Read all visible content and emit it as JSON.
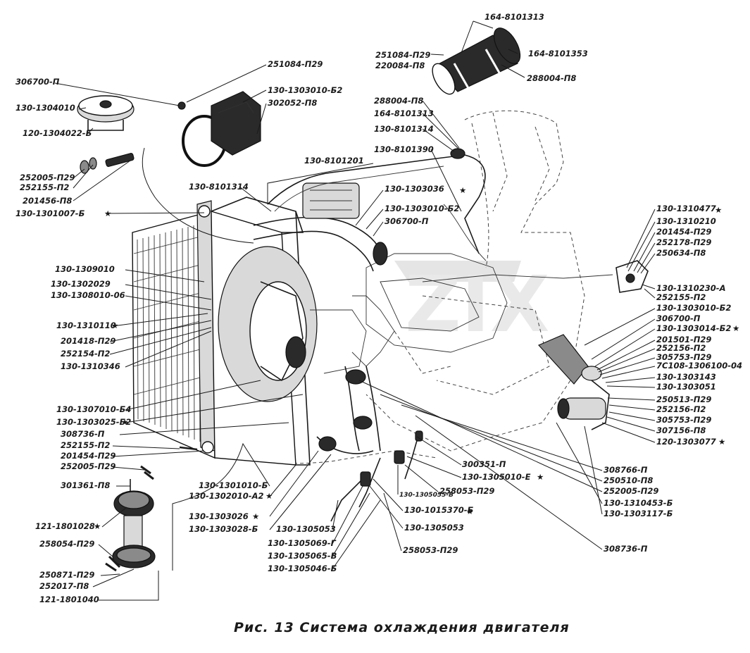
{
  "caption": "Рис. 13  Система охлаждения двигателя",
  "labels": {
    "l1": "164-8101313",
    "l2": "251084-П29",
    "l3": "220084-П8",
    "l4": "164-8101353",
    "l5": "288004-П8",
    "l6": "251084-П29",
    "l7": "306700-П",
    "l8": "130-1303010-Б2",
    "l9": "302052-П8",
    "l10": "130-1304010",
    "l11": "120-1304022-Б",
    "l12": "288004-П8",
    "l13": "164-8101313",
    "l14": "130-8101314",
    "l15": "130-8101390",
    "l16": "130-8101201",
    "l17": "252005-П29",
    "l18": "252155-П2",
    "l19": "201456-П8",
    "l20": "130-1301007-Б",
    "l21": "130-8101314",
    "l22": "130-1303036",
    "l23": "130-1303010-Б2",
    "l24": "306700-П",
    "l25": "130-1310477",
    "l26": "130-1310210",
    "l27": "201454-П29",
    "l28": "252178-П29",
    "l29": "250634-П8",
    "l30": "130-1309010",
    "l31": "130-1302029",
    "l32": "130-1308010-06",
    "l33": "130-1310230-А",
    "l34": "252155-П2",
    "l35": "130-1303010-Б2",
    "l36": "306700-П",
    "l37": "130-1303014-Б2",
    "l38": "130-1310110",
    "l39": "201418-П29",
    "l40": "252154-П2",
    "l41": "130-1310346",
    "l42": "201501-П29",
    "l43": "252156-П2",
    "l44": "305753-П29",
    "l45": "7С108-1306100-04",
    "l46": "130-1303143",
    "l47": "130-1303051",
    "l48": "250513-П29",
    "l49": "252156-П2",
    "l50": "305753-П29",
    "l51": "307156-П8",
    "l52": "120-1303077",
    "l53": "130-1307010-Б4",
    "l54": "130-1303025-Б2",
    "l55": "308736-П",
    "l56": "252155-П2",
    "l57": "201454-П29",
    "l58": "252005-П29",
    "l59": "301361-П8",
    "l60": "300351-П",
    "l61": "130-1305010-Е",
    "l62": "258053-П29",
    "l63": "130-1305055-В",
    "l64": "130-1015370-Б",
    "l65": "130-1305053",
    "l66": "308766-П",
    "l67": "250510-П8",
    "l68": "252005-П29",
    "l69": "130-1310453-Б",
    "l70": "130-1303117-Б",
    "l71": "130-1301010-Б",
    "l72": "130-1302010-А2",
    "l73": "130-1303026",
    "l74": "130-1303028-Б",
    "l75": "130-1305053",
    "l76": "130-1305069-Г",
    "l77": "130-1305065-В",
    "l78": "130-1305046-Б",
    "l79": "258053-П29",
    "l80": "308736-П",
    "l81": "121-1801028",
    "l82": "258054-П29",
    "l83": "250871-П29",
    "l84": "252017-П8",
    "l85": "121-1801040"
  },
  "marks": {
    "star": "★"
  },
  "watermark": {
    "text": "ZIX",
    "color": "#d0d0d0"
  }
}
